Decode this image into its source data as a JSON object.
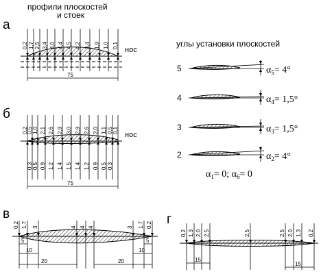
{
  "title_line1": "профили плоскостей",
  "title_line2": "и стоек",
  "angles_title": "углы установки плоскостей",
  "nose_label": "нос",
  "panel_a": {
    "label": "а",
    "top_dims": [
      "0,2",
      "1,7",
      "2,5",
      "3,4",
      "4,0",
      "4,4",
      "4,5",
      "4,2",
      "3,4",
      "1,9",
      "1,0",
      "0,1"
    ],
    "length": "75"
  },
  "panel_b": {
    "label": "б",
    "top_dims": [
      "0,2",
      "0,5",
      "1,0",
      "2,1",
      "2,6",
      "2,9",
      "3,0",
      "2,9",
      "2,6",
      "2,0",
      "1,1",
      "0,5",
      "0,1"
    ],
    "bottom_dims": [
      "0,3",
      "0,5",
      "0,9",
      "1,2",
      "1,4",
      "1,5",
      "1,4",
      "1,2",
      "0,9",
      "0,5",
      "0,3"
    ],
    "length": "75"
  },
  "panel_v": {
    "label": "в",
    "top_dims_left": [
      "0,2",
      "1,7",
      "3"
    ],
    "top_dims_mid": [
      "4",
      "4",
      "4"
    ],
    "top_dims_right": [
      "3",
      "1,7",
      "0,2"
    ],
    "small_dims": [
      "5",
      "5"
    ],
    "dims_10": [
      "10",
      "10"
    ],
    "dims_20": [
      "20",
      "20"
    ]
  },
  "panel_g": {
    "label": "г",
    "top_dims_left": [
      "0,2",
      "1,3",
      "2,0",
      "2,5"
    ],
    "top_dims_mid": [
      "2,5"
    ],
    "top_dims_right": [
      "2,5",
      "2,0",
      "1,3",
      "0,2"
    ],
    "dims_15": [
      "15",
      "15"
    ]
  },
  "angles": [
    {
      "num": "5",
      "alpha": "α",
      "sub": "5",
      "value": "= 4°"
    },
    {
      "num": "4",
      "alpha": "α",
      "sub": "4",
      "value": "= 1,5°"
    },
    {
      "num": "3",
      "alpha": "α",
      "sub": "3",
      "value": "= 1,5°"
    },
    {
      "num": "2",
      "alpha": "α",
      "sub": "2",
      "value": "= 4°"
    }
  ],
  "angle_zero": {
    "a": "α",
    "s1": "1",
    "eq1": "= 0; ",
    "b": "α",
    "s6": "6",
    "eq6": "= 0"
  }
}
